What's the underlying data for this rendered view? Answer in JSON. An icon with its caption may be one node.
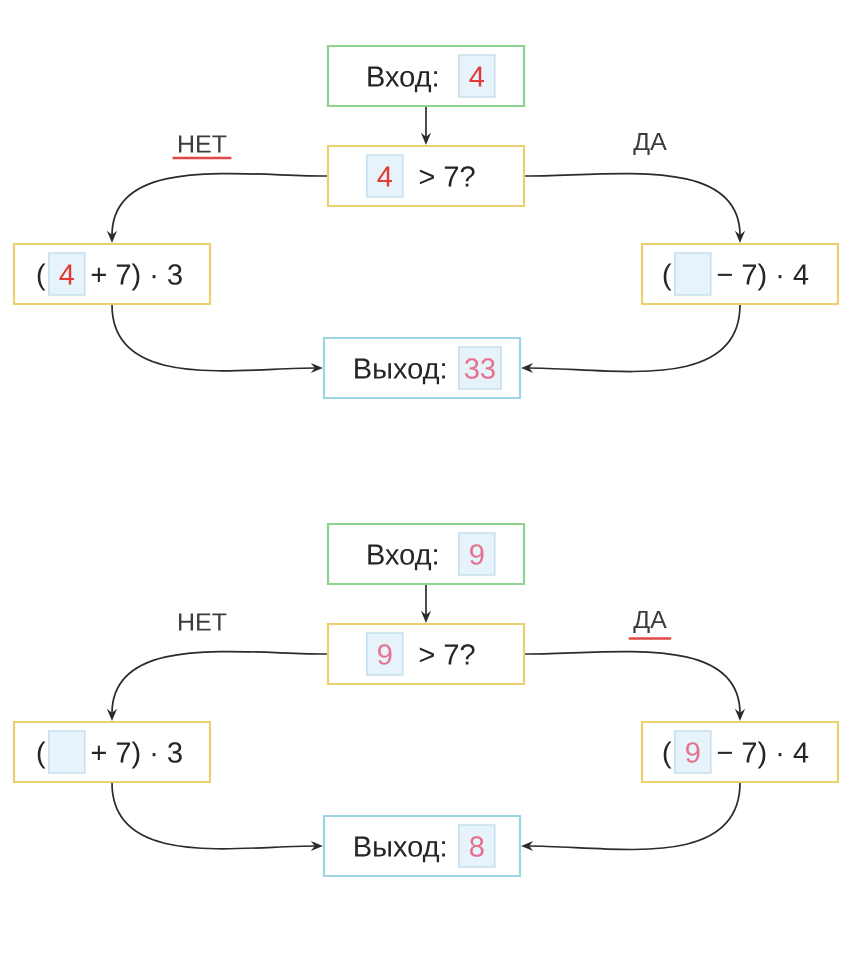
{
  "diagram": {
    "nodes": [
      {
        "text": [
          "Вход:"
        ]
      },
      {
        "text": [
          "4"
        ],
        "in": 0
      },
      {
        "text": [
          "> 7?"
        ]
      },
      {
        "text": [
          "4"
        ],
        "in": 2
      },
      {
        "text": [
          "(",
          "+ 7) · 3"
        ]
      },
      {
        "text": [
          "4"
        ],
        "in": 4
      },
      {
        "text": [
          "(",
          "− 7) · 4"
        ]
      },
      {
        "text": [],
        "shape": "box",
        "in": 6
      },
      {
        "text": [
          "Выход:"
        ]
      },
      {
        "text": [
          "33"
        ],
        "in": 8
      },
      {
        "text": [
          "Вход:"
        ]
      },
      {
        "text": [
          "9"
        ],
        "in": 10
      },
      {
        "text": [
          "> 7?"
        ]
      },
      {
        "text": [
          "9"
        ],
        "in": 12
      },
      {
        "text": [
          "(",
          "+ 7) · 3"
        ]
      },
      {
        "text": [],
        "shape": "box",
        "in": 14
      },
      {
        "text": [
          "(",
          "− 7) · 4"
        ]
      },
      {
        "text": [
          "9"
        ],
        "in": 16
      },
      {
        "text": [
          "Выход:"
        ]
      },
      {
        "text": [
          "8"
        ],
        "in": 18
      }
    ],
    "edges": [
      {
        "from": 0,
        "to": 2,
        "arrow": "to"
      },
      {
        "from": 2,
        "to": 4,
        "arrow": "to",
        "label": "НЕТ"
      },
      {
        "from": 2,
        "to": 6,
        "arrow": "to",
        "label": "ДА"
      },
      {
        "from": 4,
        "to": 8,
        "arrow": "to"
      },
      {
        "from": 6,
        "to": 8,
        "arrow": "to"
      },
      {
        "from": 10,
        "to": 12,
        "arrow": "to"
      },
      {
        "from": 12,
        "to": 14,
        "arrow": "to",
        "label": "НЕТ"
      },
      {
        "from": 12,
        "to": 16,
        "arrow": "to",
        "label": "ДА"
      },
      {
        "from": 14,
        "to": 18,
        "arrow": "to"
      },
      {
        "from": 16,
        "to": 18,
        "arrow": "to"
      }
    ]
  }
}
